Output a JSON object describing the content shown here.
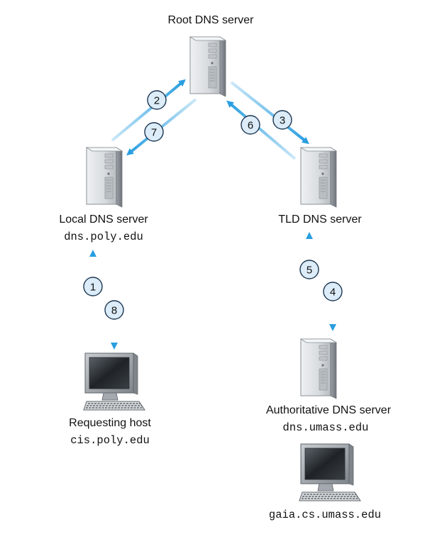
{
  "nodes": {
    "root": {
      "label": "Root DNS server"
    },
    "local": {
      "label": "Local DNS server",
      "hostname": "dns.poly.edu"
    },
    "tld": {
      "label": "TLD DNS server"
    },
    "auth": {
      "label": "Authoritative DNS server",
      "hostname": "dns.umass.edu"
    },
    "requesting": {
      "label": "Requesting host",
      "hostname": "cis.poly.edu"
    },
    "target": {
      "hostname": "gaia.cs.umass.edu"
    }
  },
  "steps": [
    "1",
    "2",
    "3",
    "4",
    "5",
    "6",
    "7",
    "8"
  ],
  "colors": {
    "arrow": "#2a9ee0",
    "arrow_light": "#a7d8f3",
    "circle_fill": "#dcecf8",
    "circle_stroke": "#1b3550"
  }
}
